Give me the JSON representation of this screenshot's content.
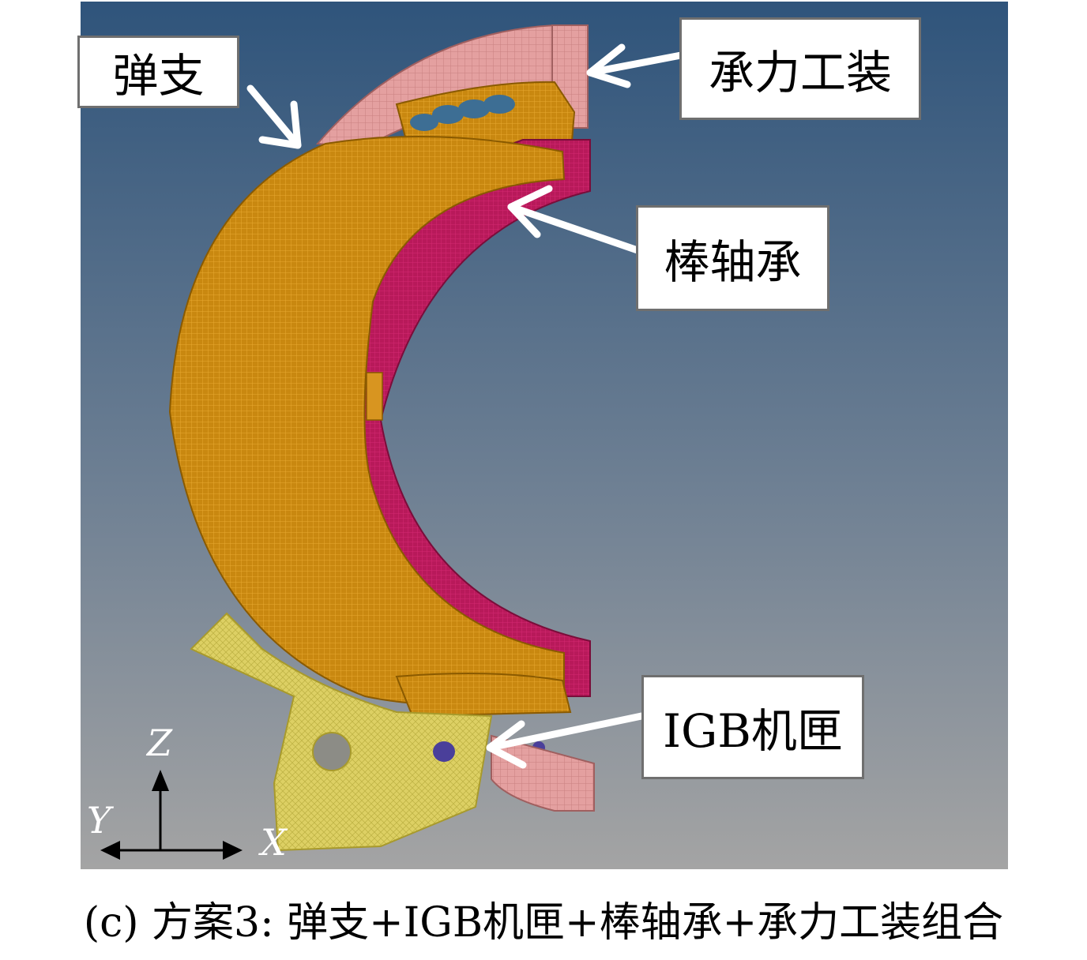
{
  "labels": {
    "spring_support": "弹支",
    "load_fixture": "承力工装",
    "roller_bearing": "棒轴承",
    "igb_casing": "IGB机匣"
  },
  "axes": {
    "z": "Z",
    "y": "Y",
    "x": "X"
  },
  "caption": "(c) 方案3: 弹支+IGB机匣+棒轴承+承力工装组合",
  "colors": {
    "background_top": "#2f547b",
    "background_bottom": "#a4a4a4",
    "spring_support": "#d8930f",
    "roller_bearing": "#b8195a",
    "load_fixture": "#e6a3a3",
    "igb_casing": "#e2d66c",
    "rollers": "#3d6e94",
    "pins": "#4a3f9a"
  }
}
